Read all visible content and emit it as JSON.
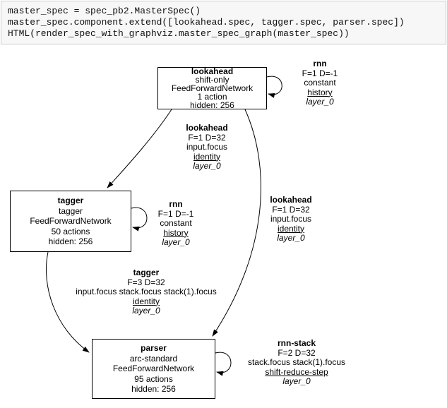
{
  "code_cell": {
    "lines": [
      "master_spec = spec_pb2.MasterSpec()",
      "master_spec.component.extend([lookahead.spec, tagger.spec, parser.spec])",
      "HTML(render_spec_with_graphviz.master_spec_graph(master_spec))"
    ]
  },
  "graph": {
    "nodes": [
      {
        "title": "lookahead",
        "lines": [
          "shift-only",
          "FeedForwardNetwork",
          "1 action",
          "hidden: 256"
        ]
      },
      {
        "title": "tagger",
        "lines": [
          "tagger",
          "FeedForwardNetwork",
          "50 actions",
          "hidden: 256"
        ]
      },
      {
        "title": "parser",
        "lines": [
          "arc-standard",
          "FeedForwardNetwork",
          "95 actions",
          "hidden: 256"
        ]
      }
    ],
    "labels": [
      {
        "title": "rnn",
        "line1": "F=1 D=-1",
        "line2": "constant",
        "link": "history",
        "layer": "layer_0"
      },
      {
        "title": "lookahead",
        "line1": "F=1 D=32",
        "line2": "input.focus",
        "link": "identity",
        "layer": "layer_0"
      },
      {
        "title": "rnn",
        "line1": "F=1 D=-1",
        "line2": "constant",
        "link": "history",
        "layer": "layer_0"
      },
      {
        "title": "lookahead",
        "line1": "F=1 D=32",
        "line2": "input.focus",
        "link": "identity",
        "layer": "layer_0"
      },
      {
        "title": "tagger",
        "line1": "F=3 D=32",
        "line2": "input.focus stack.focus stack(1).focus",
        "link": "identity",
        "layer": "layer_0"
      },
      {
        "title": "rnn-stack",
        "line1": "F=2 D=32",
        "line2": "stack.focus stack(1).focus",
        "link": "shift-reduce-step",
        "layer": "layer_0"
      }
    ],
    "colors": {
      "node_border": "#000000",
      "edge": "#000000",
      "text": "#000000",
      "background": "#ffffff",
      "code_cell_bg": "#f7f7f7",
      "code_cell_border": "#cfcfcf"
    }
  }
}
